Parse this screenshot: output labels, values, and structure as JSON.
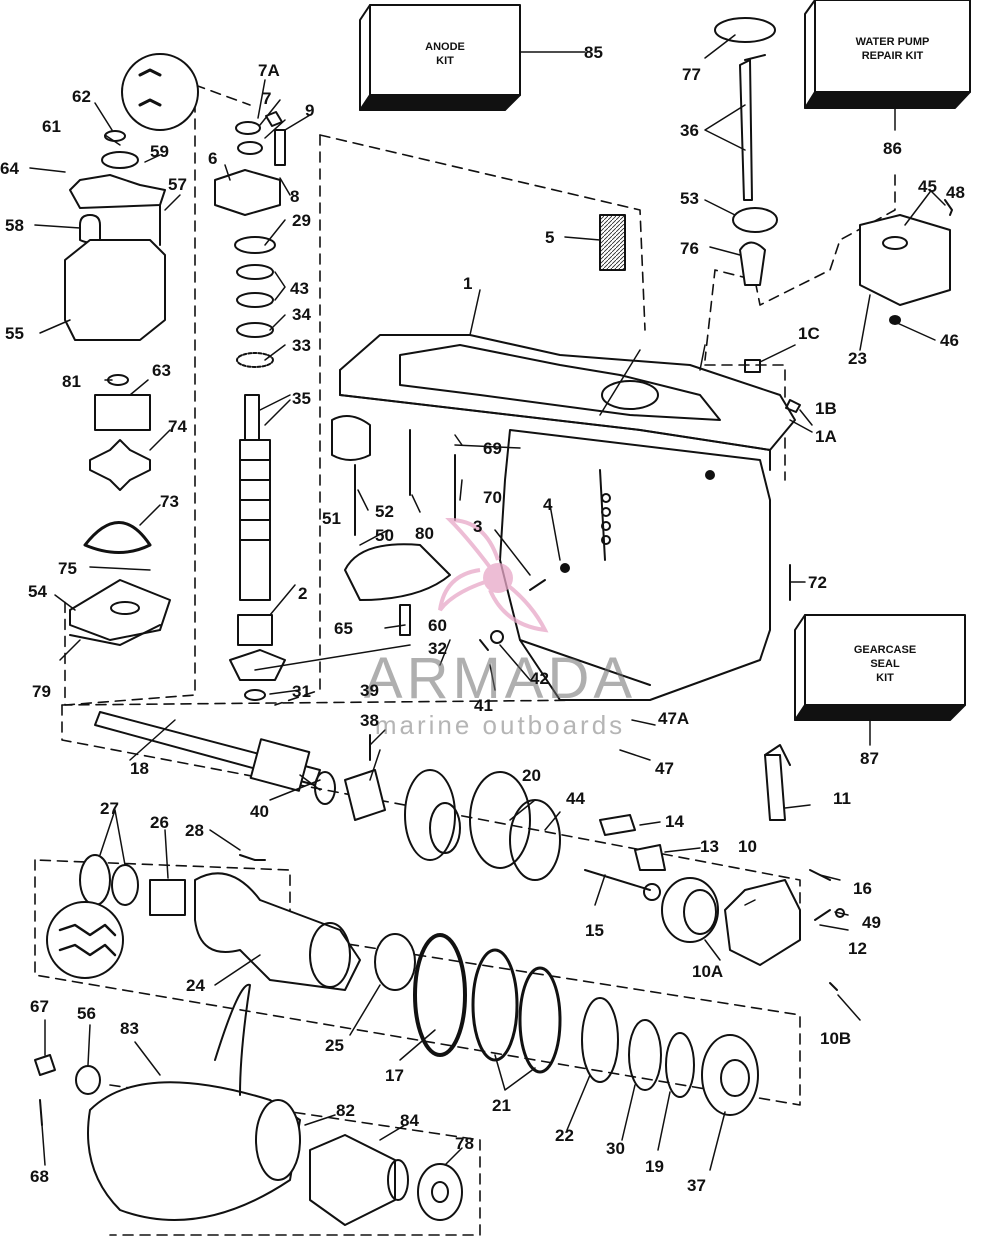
{
  "kits": {
    "anode": "ANODE\nKIT",
    "water_pump": "WATER PUMP\nREPAIR KIT",
    "gearcase_seal": "GEARCASE\nSEAL\nKIT"
  },
  "watermark": {
    "name": "ARMADA",
    "tagline": "marine outboards",
    "accent_color": "#e8a8c8"
  },
  "part_numbers": {
    "p1": "1",
    "p1a": "1A",
    "p1b": "1B",
    "p1c": "1C",
    "p2": "2",
    "p3": "3",
    "p4": "4",
    "p5": "5",
    "p6": "6",
    "p7": "7",
    "p7a": "7A",
    "p8": "8",
    "p9": "9",
    "p10": "10",
    "p10a": "10A",
    "p10b": "10B",
    "p11": "11",
    "p12": "12",
    "p13": "13",
    "p14": "14",
    "p15": "15",
    "p16": "16",
    "p17": "17",
    "p18": "18",
    "p19": "19",
    "p20": "20",
    "p21": "21",
    "p22": "22",
    "p23": "23",
    "p24": "24",
    "p25": "25",
    "p26": "26",
    "p27": "27",
    "p28": "28",
    "p29": "29",
    "p30": "30",
    "p31": "31",
    "p32": "32",
    "p33": "33",
    "p34": "34",
    "p35": "35",
    "p36": "36",
    "p37": "37",
    "p38": "38",
    "p39": "39",
    "p40": "40",
    "p41": "41",
    "p42": "42",
    "p43": "43",
    "p44": "44",
    "p45": "45",
    "p46": "46",
    "p47": "47",
    "p47a": "47A",
    "p48": "48",
    "p49": "49",
    "p50": "50",
    "p51": "51",
    "p52": "52",
    "p53": "53",
    "p54": "54",
    "p55": "55",
    "p56": "56",
    "p57": "57",
    "p58": "58",
    "p59": "59",
    "p60": "60",
    "p61": "61",
    "p62": "62",
    "p63": "63",
    "p64": "64",
    "p65": "65",
    "p67": "67",
    "p68": "68",
    "p69": "69",
    "p70": "70",
    "p72": "72",
    "p73": "73",
    "p74": "74",
    "p75": "75",
    "p76": "76",
    "p77": "77",
    "p78": "78",
    "p79": "79",
    "p80": "80",
    "p81": "81",
    "p82": "82",
    "p83": "83",
    "p84": "84",
    "p85": "85",
    "p86": "86",
    "p87": "87"
  }
}
